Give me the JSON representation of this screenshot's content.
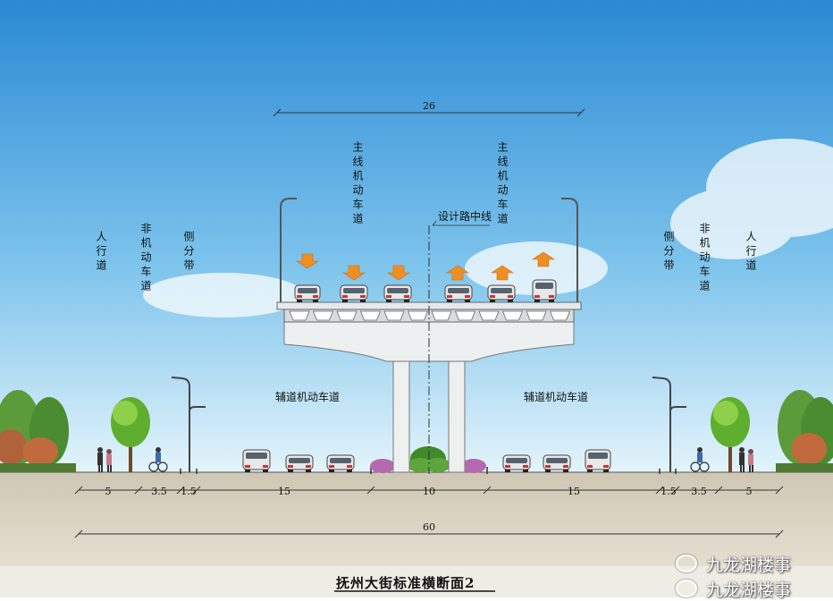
{
  "title": "抚州大街标准横断面2",
  "top_width": "26",
  "total_width": "60",
  "centerline_label": "设计路中线",
  "lane_labels": {
    "main_left": "主线机动车道",
    "main_right": "主线机动车道",
    "aux_left": "辅道机动车道",
    "aux_right": "辅道机动车道",
    "sidewalk_left": "人行道",
    "bike_left": "非机动车道",
    "divider_left": "侧分带",
    "divider_right": "侧分带",
    "bike_right": "非机动车道",
    "sidewalk_right": "人行道"
  },
  "segments": [
    "5",
    "3.5",
    "1.5",
    "15",
    "10",
    "15",
    "1.5",
    "3.5",
    "5"
  ],
  "watermark": [
    "九龙湖楼事",
    "九龙湖楼事"
  ],
  "colors": {
    "sky_top": "#2f8fd6",
    "sky_bottom": "#e3f3fb",
    "ground": "#ddd6c4",
    "bridge": "#e9ecec",
    "arrow": "#ef8f22",
    "tree": "#4f9c2a"
  }
}
